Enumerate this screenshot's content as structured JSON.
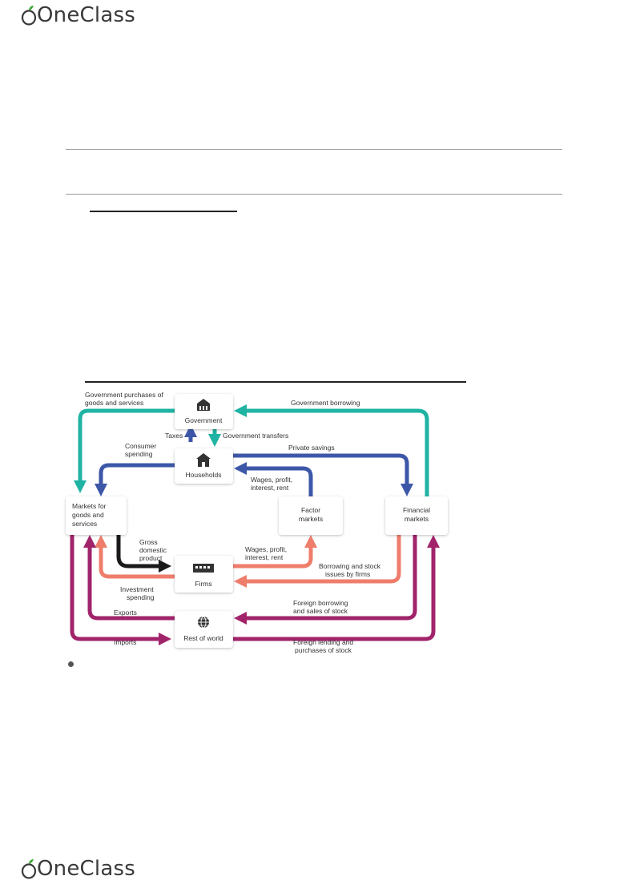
{
  "brand": {
    "name": "OneClass",
    "accent_color": "#3ba935"
  },
  "diagram": {
    "nodes": {
      "government": "Government",
      "households": "Households",
      "markets_goods_1": "Markets for",
      "markets_goods_2": "goods and",
      "markets_goods_3": "services",
      "factor_1": "Factor",
      "factor_2": "markets",
      "financial_1": "Financial",
      "financial_2": "markets",
      "firms": "Firms",
      "rest_of_world": "Rest of world"
    },
    "flows": {
      "gov_purchases_1": "Government purchases of",
      "gov_purchases_2": "goods and services",
      "gov_borrowing": "Government borrowing",
      "taxes": "Taxes",
      "gov_transfers": "Government transfers",
      "consumer_1": "Consumer",
      "consumer_2": "spending",
      "private_savings": "Private savings",
      "wages_top_1": "Wages, profit,",
      "wages_top_2": "interest, rent",
      "gdp_1": "Gross",
      "gdp_2": "domestic",
      "gdp_3": "product",
      "wages_mid_1": "Wages, profit,",
      "wages_mid_2": "interest, rent",
      "borrowing_1": "Borrowing and stock",
      "borrowing_2": "issues by firms",
      "investment_1": "Investment",
      "investment_2": "spending",
      "exports": "Exports",
      "foreign_borrowing_1": "Foreign borrowing",
      "foreign_borrowing_2": "and sales of stock",
      "imports": "Imports",
      "foreign_lending_1": "Foreign lending and",
      "foreign_lending_2": "purchases of stock"
    },
    "colors": {
      "teal": "#1fb3a3",
      "blue": "#3d57a8",
      "salmon": "#ef7d6c",
      "purple": "#a1246b",
      "black": "#1a1a1a"
    }
  }
}
